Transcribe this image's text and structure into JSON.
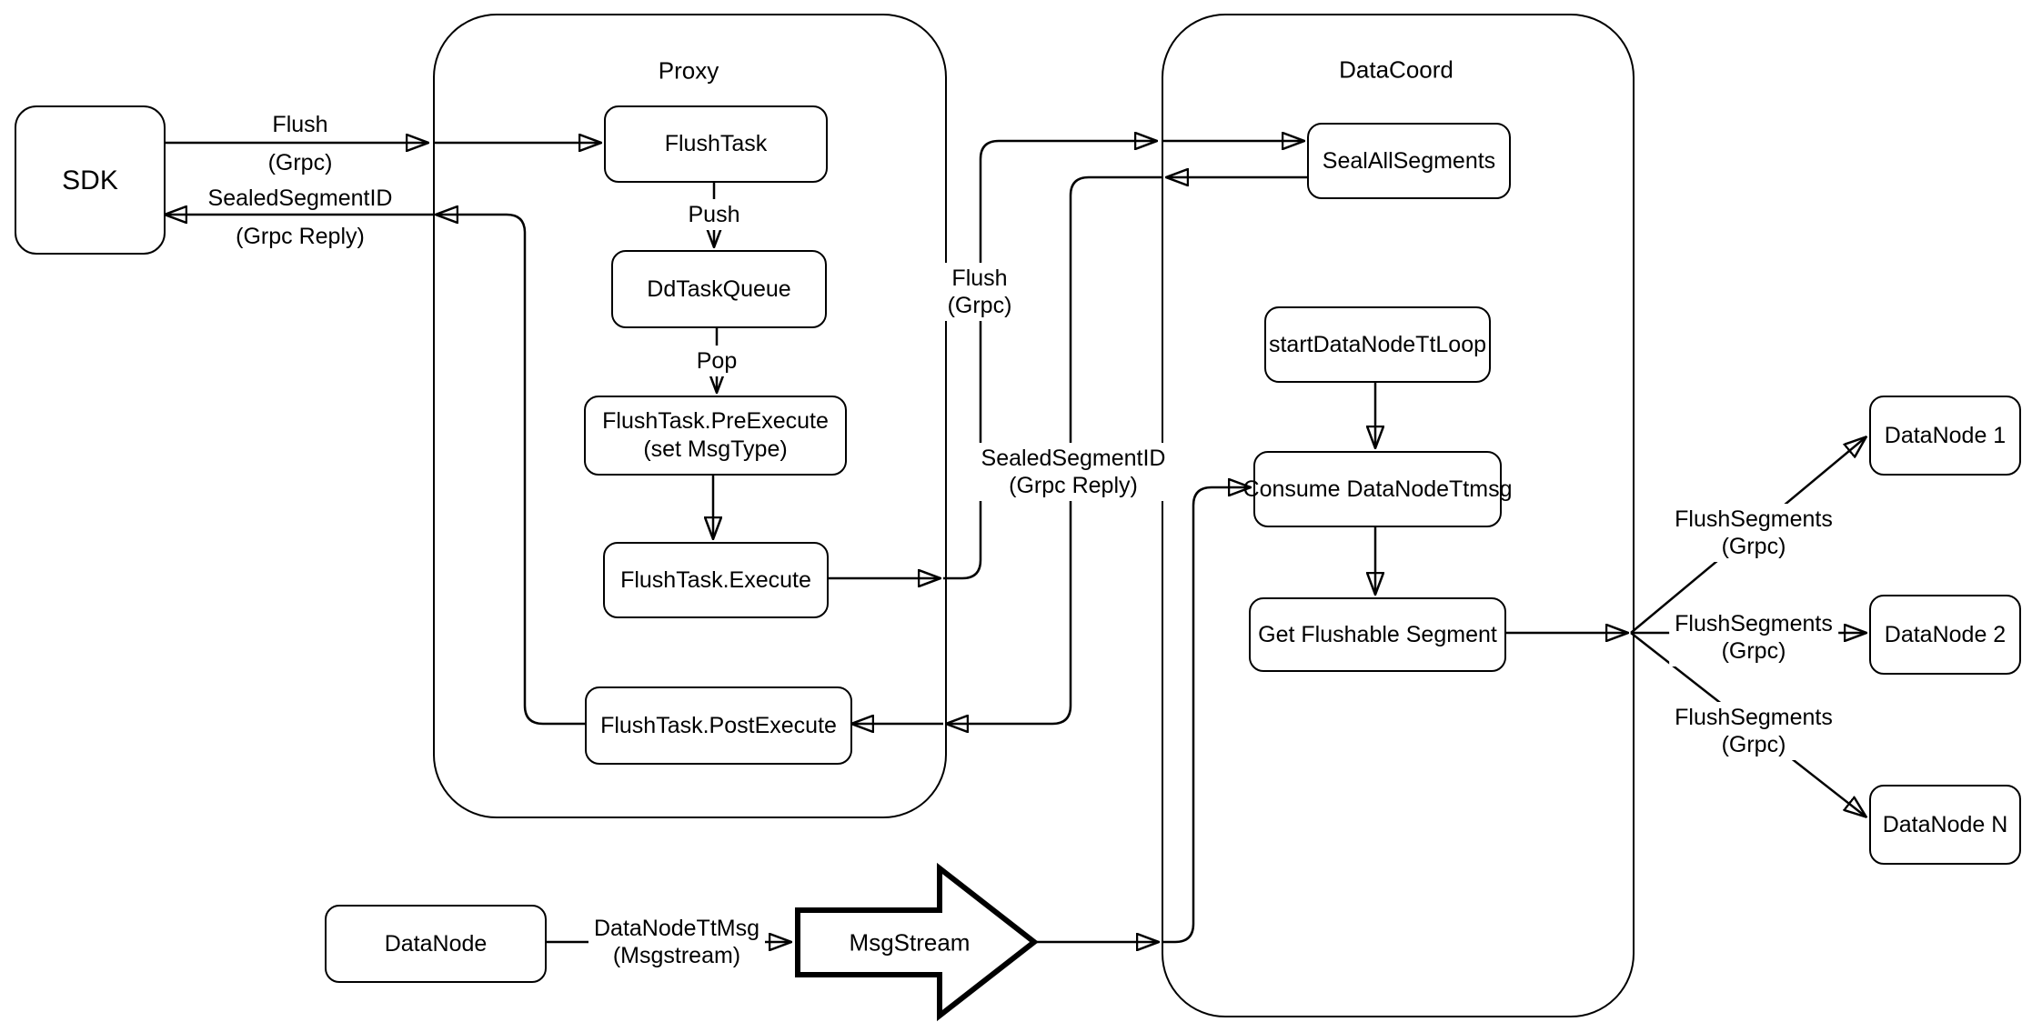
{
  "colors": {
    "stroke": "#000000",
    "background": "#ffffff",
    "node_fill": "#ffffff"
  },
  "containers": {
    "proxy": {
      "label": "Proxy"
    },
    "datacoord": {
      "label": "DataCoord"
    }
  },
  "nodes": {
    "sdk": {
      "label": "SDK"
    },
    "flushtask": {
      "label": "FlushTask"
    },
    "ddtaskqueue": {
      "label": "DdTaskQueue"
    },
    "preexecute": {
      "line1": "FlushTask.PreExecute",
      "line2": "(set MsgType)"
    },
    "execute": {
      "label": "FlushTask.Execute"
    },
    "postexecute": {
      "label": "FlushTask.PostExecute"
    },
    "sealallsegments": {
      "label": "SealAllSegments"
    },
    "startdatanodettloop": {
      "label": "startDataNodeTtLoop"
    },
    "consumedatanodettmsg": {
      "label": "Consume DataNodeTtmsg"
    },
    "getflushablesegment": {
      "label": "Get Flushable Segment"
    },
    "datanode1": {
      "label": "DataNode 1"
    },
    "datanode2": {
      "label": "DataNode 2"
    },
    "datanoden": {
      "label": "DataNode N"
    },
    "datanode": {
      "label": "DataNode"
    },
    "msgstream": {
      "label": "MsgStream"
    }
  },
  "edge_labels": {
    "flush_sdk": {
      "line1": "Flush",
      "line2": "(Grpc)"
    },
    "sealed_sdk": {
      "line1": "SealedSegmentID",
      "line2": "(Grpc Reply)"
    },
    "push": {
      "label": "Push"
    },
    "pop": {
      "label": "Pop"
    },
    "flush_coord": {
      "line1": "Flush",
      "line2": "(Grpc)"
    },
    "sealed_coord": {
      "line1": "SealedSegmentID",
      "line2": "(Grpc Reply)"
    },
    "flushsegments1": {
      "line1": "FlushSegments",
      "line2": "(Grpc)"
    },
    "flushsegments2": {
      "line1": "FlushSegments",
      "line2": "(Grpc)"
    },
    "flushsegments3": {
      "line1": "FlushSegments",
      "line2": "(Grpc)"
    },
    "datanodettmsg": {
      "line1": "DataNodeTtMsg",
      "line2": "(Msgstream)"
    }
  }
}
